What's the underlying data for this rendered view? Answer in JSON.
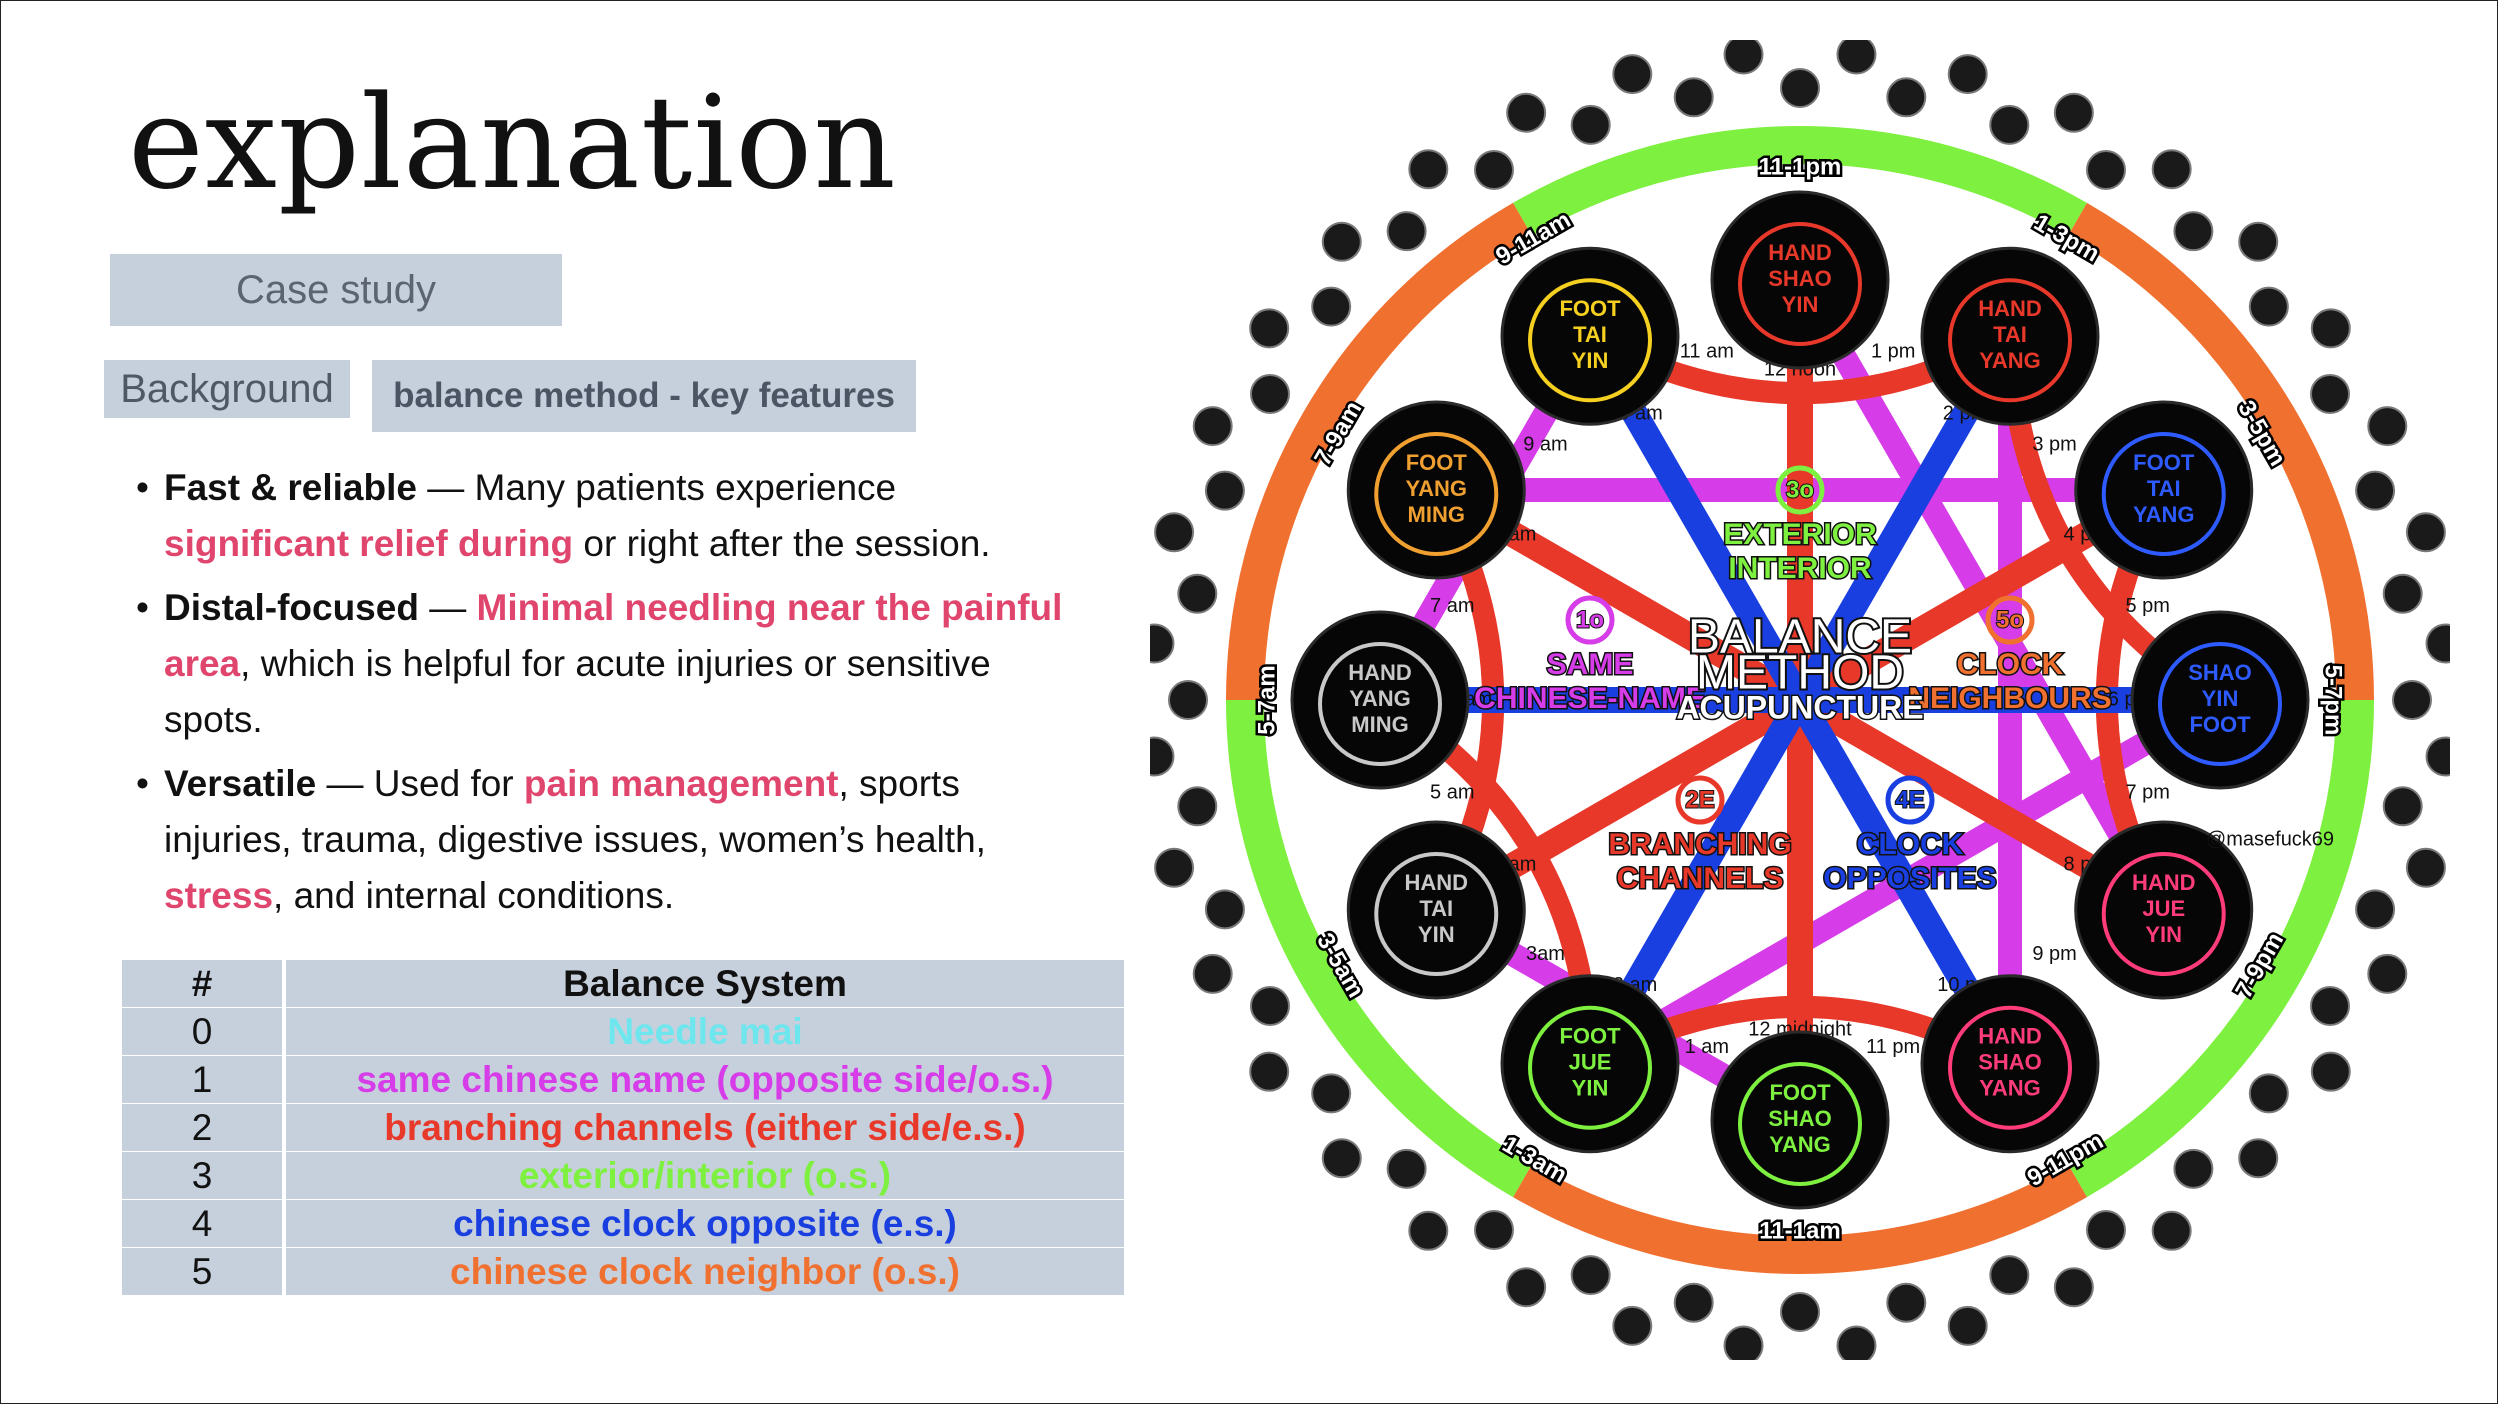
{
  "slide": {
    "title": "explanation",
    "case_label": "Case study",
    "tab_background": "Background",
    "tab_key": "balance method - key features"
  },
  "bullets": [
    {
      "bold": "Fast & reliable",
      "pre": " — Many patients experience ",
      "hl": "significant relief during",
      "post": " or right after the session."
    },
    {
      "bold": "Distal-focused",
      "pre": " — ",
      "hl": "Minimal needling near the painful area",
      "post": ", which is helpful for acute injuries or sensitive spots."
    },
    {
      "bold": "Versatile",
      "pre": " — Used for ",
      "hl": "pain management",
      "post": ", sports injuries, trauma, digestive issues, women’s health, ",
      "hl2": "stress",
      "post2": ", and internal conditions."
    }
  ],
  "table": {
    "headers": [
      "#",
      "Balance System"
    ],
    "rows": [
      {
        "num": "0",
        "label": "Needle mai",
        "color": "#6ee6ee"
      },
      {
        "num": "1",
        "label": "same chinese name (opposite side/o.s.)",
        "color": "#d63ce8"
      },
      {
        "num": "2",
        "label": "branching channels (either side/e.s.)",
        "color": "#e8382a"
      },
      {
        "num": "3",
        "label": "exterior/interior (o.s.)",
        "color": "#7ef040"
      },
      {
        "num": "4",
        "label": "chinese clock opposite (e.s.)",
        "color": "#1a3fe0"
      },
      {
        "num": "5",
        "label": "chinese clock neighbor (o.s.)",
        "color": "#f07030"
      }
    ]
  },
  "diagram": {
    "center": [
      "BALANCE",
      "METHOD",
      "ACUPUNCTURE"
    ],
    "systems": {
      "s3": {
        "num": "3",
        "sub": "o",
        "l1": "EXTERIOR",
        "l2": "INTERIOR"
      },
      "s1": {
        "num": "1",
        "sub": "o",
        "l1": "SAME",
        "l2": "CHINESE-NAME"
      },
      "s5": {
        "num": "5",
        "sub": "o",
        "l1": "CLOCK",
        "l2": "NEIGHBOURS"
      },
      "s2": {
        "num": "2",
        "sub": "E",
        "l1": "BRANCHING",
        "l2": "CHANNELS"
      },
      "s4": {
        "num": "4",
        "sub": "E",
        "l1": "CLOCK",
        "l2": "OPPOSITES"
      }
    },
    "organs": [
      {
        "lines": [
          "HAND",
          "SHAO",
          "YIN"
        ],
        "range": "11-1pm"
      },
      {
        "lines": [
          "HAND",
          "TAI",
          "YANG"
        ],
        "range": "1-3pm"
      },
      {
        "lines": [
          "FOOT",
          "TAI",
          "YANG"
        ],
        "range": "3-5pm"
      },
      {
        "lines": [
          "SHAO",
          "YIN",
          "FOOT"
        ],
        "range": "5-7pm"
      },
      {
        "lines": [
          "HAND",
          "JUE",
          "YIN"
        ],
        "range": "7-9pm"
      },
      {
        "lines": [
          "HAND",
          "SHAO",
          "YANG"
        ],
        "range": "9-11pm"
      },
      {
        "lines": [
          "FOOT",
          "SHAO",
          "YANG"
        ],
        "range": "11-1am"
      },
      {
        "lines": [
          "FOOT",
          "JUE",
          "YIN"
        ],
        "range": "1-3am"
      },
      {
        "lines": [
          "HAND",
          "TAI",
          "YIN"
        ],
        "range": "3-5am"
      },
      {
        "lines": [
          "HAND",
          "YANG",
          "MING"
        ],
        "range": "5-7am"
      },
      {
        "lines": [
          "FOOT",
          "YANG",
          "MING"
        ],
        "range": "7-9am"
      },
      {
        "lines": [
          "FOOT",
          "TAI",
          "YIN"
        ],
        "range": "9-11am"
      }
    ],
    "hours": [
      "12 noon",
      "1 pm",
      "2 pm",
      "3 pm",
      "4 pm",
      "5 pm",
      "6 pm",
      "7 pm",
      "8 pm",
      "9 pm",
      "10 pm",
      "11 pm",
      "12 midnight",
      "1 am",
      "2 am",
      "3am",
      "4 am",
      "5 am",
      "6 am",
      "7 am",
      "8 am",
      "9 am",
      "10 am",
      "11 am"
    ],
    "signature": "@masefuck69",
    "colors": {
      "green": "#7ef040",
      "orange": "#f07030",
      "magenta": "#d63ce8",
      "red": "#e8382a",
      "blue": "#1a3fe0"
    }
  }
}
